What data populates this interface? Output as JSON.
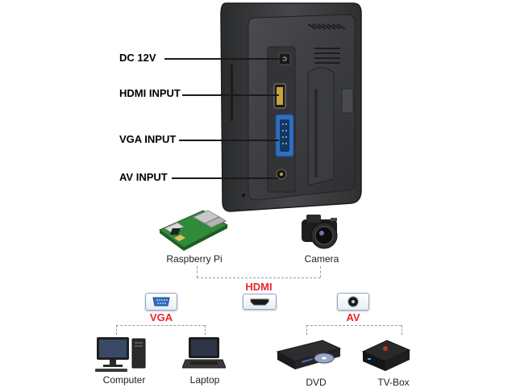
{
  "ports": [
    {
      "id": "dc",
      "label": "DC 12V"
    },
    {
      "id": "hdmi",
      "label": "HDMI INPUT"
    },
    {
      "id": "vga",
      "label": "VGA INPUT"
    },
    {
      "id": "av",
      "label": "AV INPUT"
    }
  ],
  "devices": {
    "raspberry_pi": "Raspberry Pi",
    "camera": "Camera",
    "computer": "Computer",
    "laptop": "Laptop",
    "dvd": "DVD",
    "tv_box": "TV-Box"
  },
  "interfaces": {
    "hdmi": {
      "label": "HDMI",
      "color": "#e8262a"
    },
    "vga": {
      "label": "VGA",
      "color": "#e8262a"
    },
    "av": {
      "label": "AV",
      "color": "#e8262a"
    }
  },
  "colors": {
    "monitor_body": "#3a3b3d",
    "vga_blue": "#2f6fc4",
    "pcb_green": "#2f8a3a"
  }
}
